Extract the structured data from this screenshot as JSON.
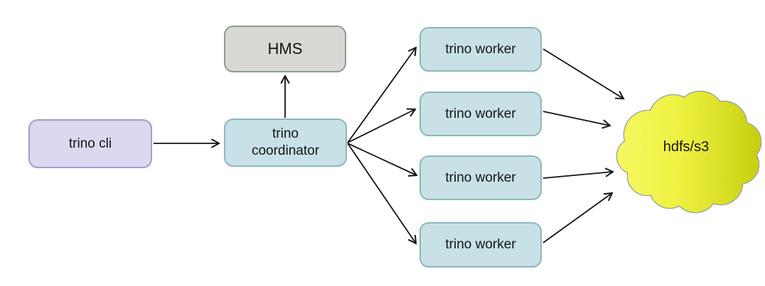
{
  "nodes": {
    "cli": {
      "label": "trino cli"
    },
    "hms": {
      "label": "HMS"
    },
    "coordinator": {
      "label": "trino\ncoordinator"
    },
    "workers": [
      {
        "label": "trino worker"
      },
      {
        "label": "trino worker"
      },
      {
        "label": "trino worker"
      },
      {
        "label": "trino worker"
      }
    ],
    "cloud": {
      "label": "hdfs/s3"
    }
  },
  "edges": [
    {
      "from": "trino cli",
      "to": "trino coordinator"
    },
    {
      "from": "trino coordinator",
      "to": "HMS"
    },
    {
      "from": "trino coordinator",
      "to": "trino worker 1"
    },
    {
      "from": "trino coordinator",
      "to": "trino worker 2"
    },
    {
      "from": "trino coordinator",
      "to": "trino worker 3"
    },
    {
      "from": "trino coordinator",
      "to": "trino worker 4"
    },
    {
      "from": "trino worker 1",
      "to": "hdfs/s3"
    },
    {
      "from": "trino worker 2",
      "to": "hdfs/s3"
    },
    {
      "from": "trino worker 3",
      "to": "hdfs/s3"
    },
    {
      "from": "trino worker 4",
      "to": "hdfs/s3"
    }
  ],
  "colors": {
    "cli_fill": "#dbd8ef",
    "cli_border": "#9fa0c4",
    "hms_fill": "#d8d8d5",
    "hms_border": "#8d9c94",
    "worker_fill": "#c7e1e7",
    "worker_border": "#8fb4bd",
    "cloud_gradient_left": "#f6f75f",
    "cloud_gradient_right": "#c8d00e",
    "cloud_border": "#9aa09e",
    "arrow": "#141414",
    "text": "#141414",
    "background": "#ffffff"
  }
}
